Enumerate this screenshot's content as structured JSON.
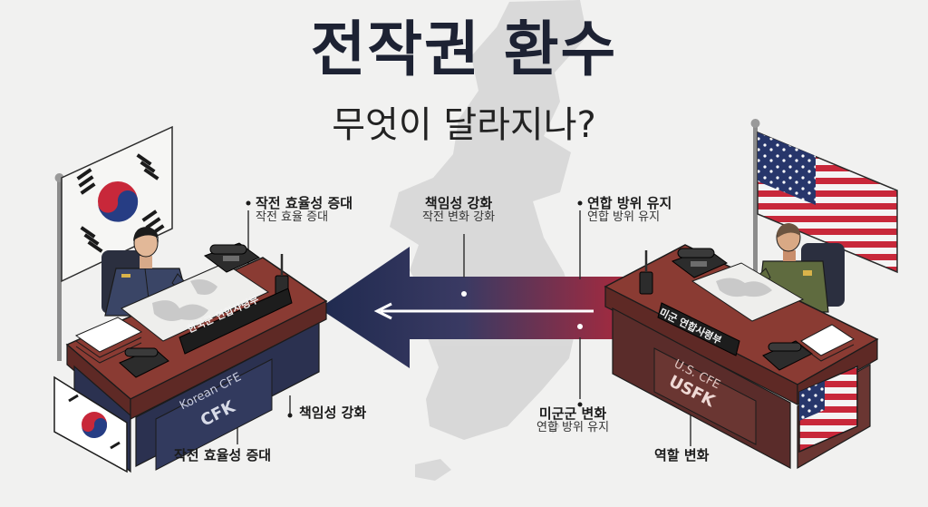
{
  "header": {
    "title": "전작권 환수",
    "subtitle": "무엇이 달라지나?"
  },
  "callouts": {
    "left_top": {
      "main": "작전 효율성 증대",
      "sub": "작전 효율 증대"
    },
    "center_top": {
      "main": "책임성 강화",
      "sub": "작전 변화 강화"
    },
    "right_top": {
      "main": "연합 방위 유지",
      "sub": "연합 방위 유지"
    },
    "left_mid": {
      "main": "책임성 강화"
    },
    "left_bottom": {
      "main": "작전 효율성 증대"
    },
    "center_bottom": {
      "main": "미군군 변화",
      "sub": "연합 방위 유지"
    },
    "right_bottom": {
      "main": "역할 변화"
    }
  },
  "korean_desk": {
    "nameplate": "한국군 연합사령부",
    "panel_line1": "Korean CFE",
    "panel_line2": "CFK"
  },
  "us_desk": {
    "nameplate": "미군 연합사령부",
    "panel_line1": "U.S. CFE",
    "panel_line2": "USFK"
  },
  "colors": {
    "navy": "#1f2a4f",
    "red": "#b0283a",
    "desk_top": "#8a3b33",
    "desk_front": "#2b3150",
    "uniform_kr": "#3a4566",
    "uniform_us": "#5f6b3f"
  },
  "icons": [
    "korea-flag-icon",
    "us-flag-icon",
    "telephone-icon",
    "radio-icon",
    "document-stack-icon"
  ]
}
